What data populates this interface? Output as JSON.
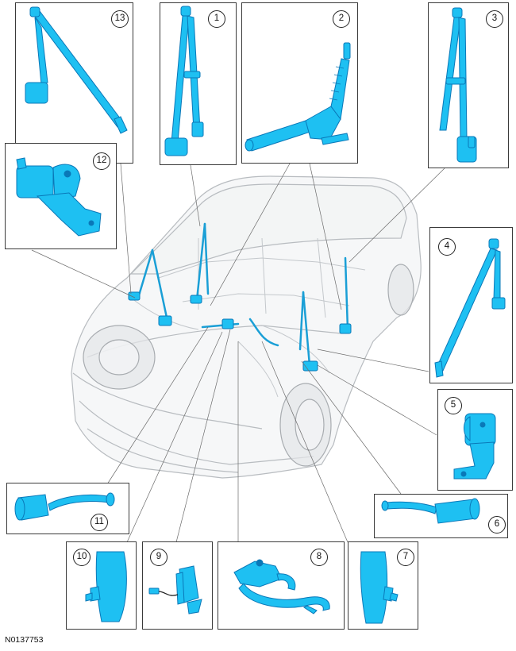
{
  "figure": {
    "reference_code": "N0137753",
    "colors": {
      "part": "#1ec0f2",
      "part_dark": "#0a78b8",
      "ghost_line": "#b8bcc0",
      "ghost_fill": "#eef0f2",
      "leader": "#6b6b6b"
    }
  },
  "callouts": [
    {
      "label": "1",
      "part_icon": "shoulder-belt-assembly-icon"
    },
    {
      "label": "2",
      "part_icon": "belt-buckle-stalk-icon"
    },
    {
      "label": "3",
      "part_icon": "shoulder-belt-assembly-icon"
    },
    {
      "label": "4",
      "part_icon": "shoulder-belt-assembly-icon"
    },
    {
      "label": "5",
      "part_icon": "retractor-bracket-icon"
    },
    {
      "label": "6",
      "part_icon": "buckle-tube-icon"
    },
    {
      "label": "7",
      "part_icon": "buckle-cover-icon"
    },
    {
      "label": "8",
      "part_icon": "buckle-cable-icon"
    },
    {
      "label": "9",
      "part_icon": "buckle-sensor-icon"
    },
    {
      "label": "10",
      "part_icon": "buckle-cover-icon"
    },
    {
      "label": "11",
      "part_icon": "buckle-tube-icon"
    },
    {
      "label": "12",
      "part_icon": "retractor-bracket-icon"
    },
    {
      "label": "13",
      "part_icon": "shoulder-belt-assembly-icon"
    }
  ]
}
